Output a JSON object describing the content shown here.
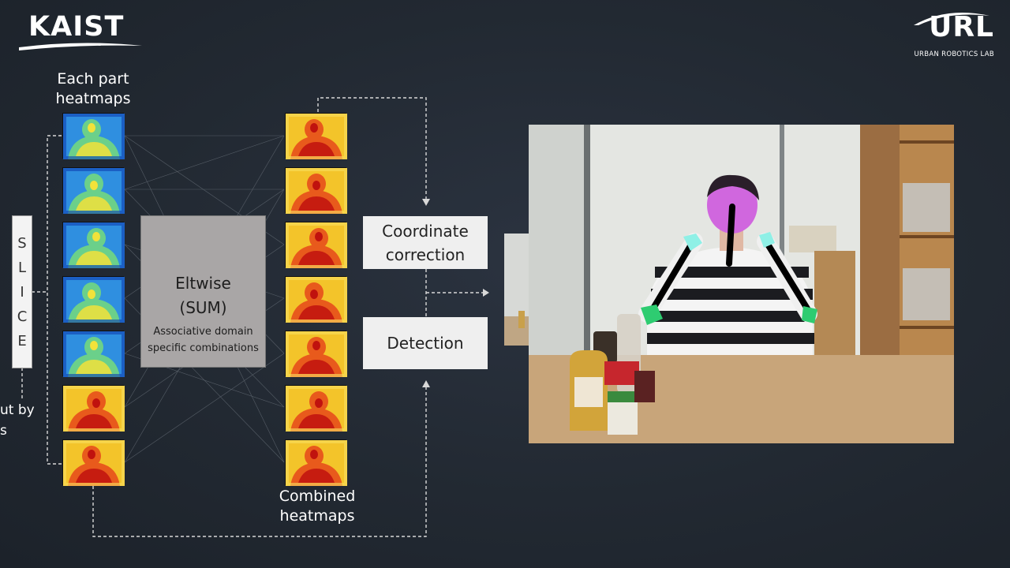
{
  "logos": {
    "left": "KAIST",
    "right_mark": "URL",
    "right_sub": "URBAN ROBOTICS LAB"
  },
  "labels": {
    "each_part": [
      "Each part",
      "heatmaps"
    ],
    "combined": [
      "Combined",
      "heatmaps"
    ],
    "cut_left": [
      "ut by",
      "s"
    ]
  },
  "slice": [
    "S",
    "L",
    "I",
    "C",
    "E"
  ],
  "eltwise": {
    "title_line1": "Eltwise",
    "title_line2": "(SUM)",
    "sub_line1": "Associative domain",
    "sub_line2": "specific combinations"
  },
  "coordinate_correction": [
    "Coordinate",
    "correction"
  ],
  "detection": "Detection",
  "heatmaps": {
    "part_count": 7,
    "combined_count": 7
  },
  "colors": {
    "background": "#232a33",
    "box": "#efefef",
    "eltwise": "#a9a6a6",
    "skeleton": "#000000",
    "hand_marker": "#2ecc71",
    "face_marker": "#d060e0"
  }
}
